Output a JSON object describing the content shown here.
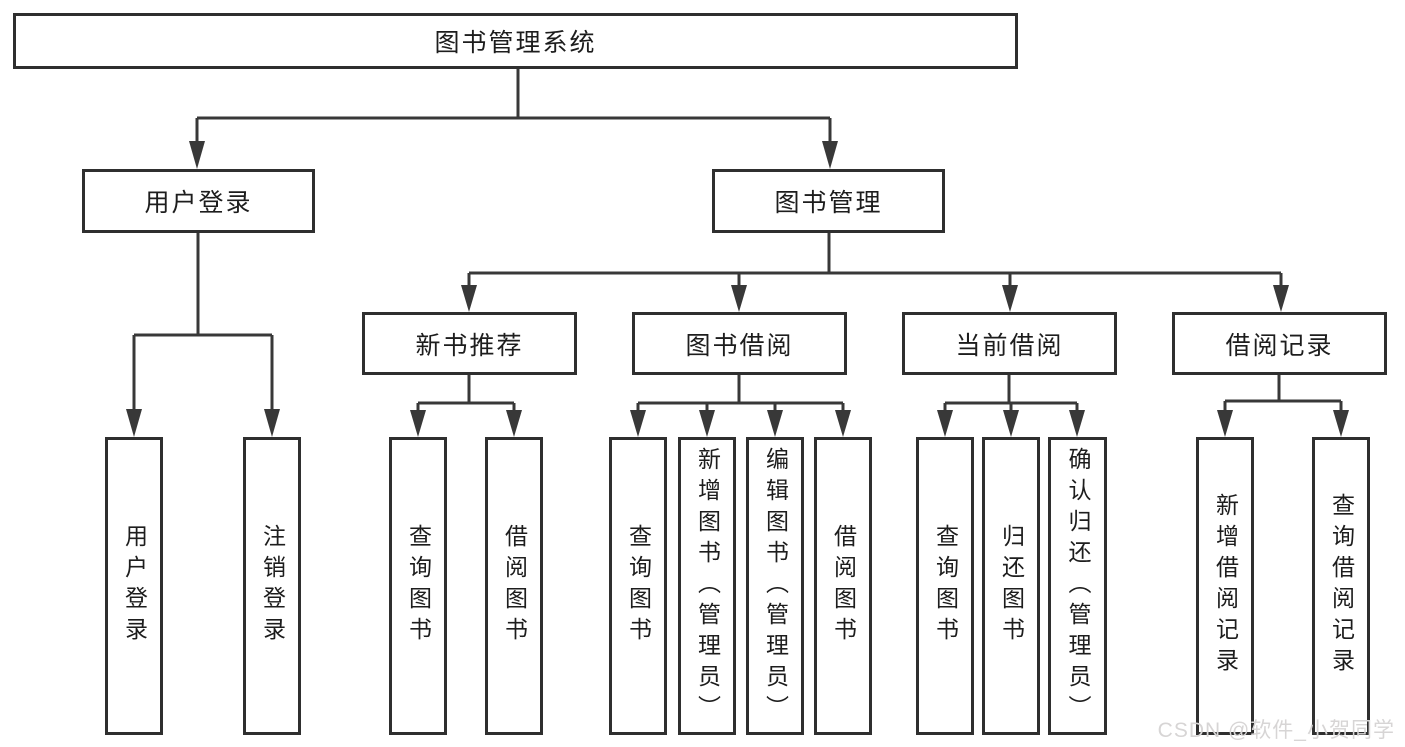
{
  "title": "图书管理系统",
  "watermark": "CSDN @软件_小贺同学",
  "colors": {
    "line": "#383838",
    "box_border": "#2f2f2f",
    "text": "#1d1d1d",
    "background": "#ffffff",
    "watermark": "#d7d5d5"
  },
  "tree": {
    "label": "图书管理系统",
    "children": [
      {
        "label": "用户登录",
        "children": [
          {
            "label": "用户登录"
          },
          {
            "label": "注销登录"
          }
        ]
      },
      {
        "label": "图书管理",
        "children": [
          {
            "label": "新书推荐",
            "children": [
              {
                "label": "查询图书"
              },
              {
                "label": "借阅图书"
              }
            ]
          },
          {
            "label": "图书借阅",
            "children": [
              {
                "label": "查询图书"
              },
              {
                "label": "新增图书（管理员）"
              },
              {
                "label": "编辑图书（管理员）"
              },
              {
                "label": "借阅图书"
              }
            ]
          },
          {
            "label": "当前借阅",
            "children": [
              {
                "label": "查询图书"
              },
              {
                "label": "归还图书"
              },
              {
                "label": "确认归还（管理员）"
              }
            ]
          },
          {
            "label": "借阅记录",
            "children": [
              {
                "label": "新增借阅记录"
              },
              {
                "label": "查询借阅记录"
              }
            ]
          }
        ]
      }
    ]
  }
}
